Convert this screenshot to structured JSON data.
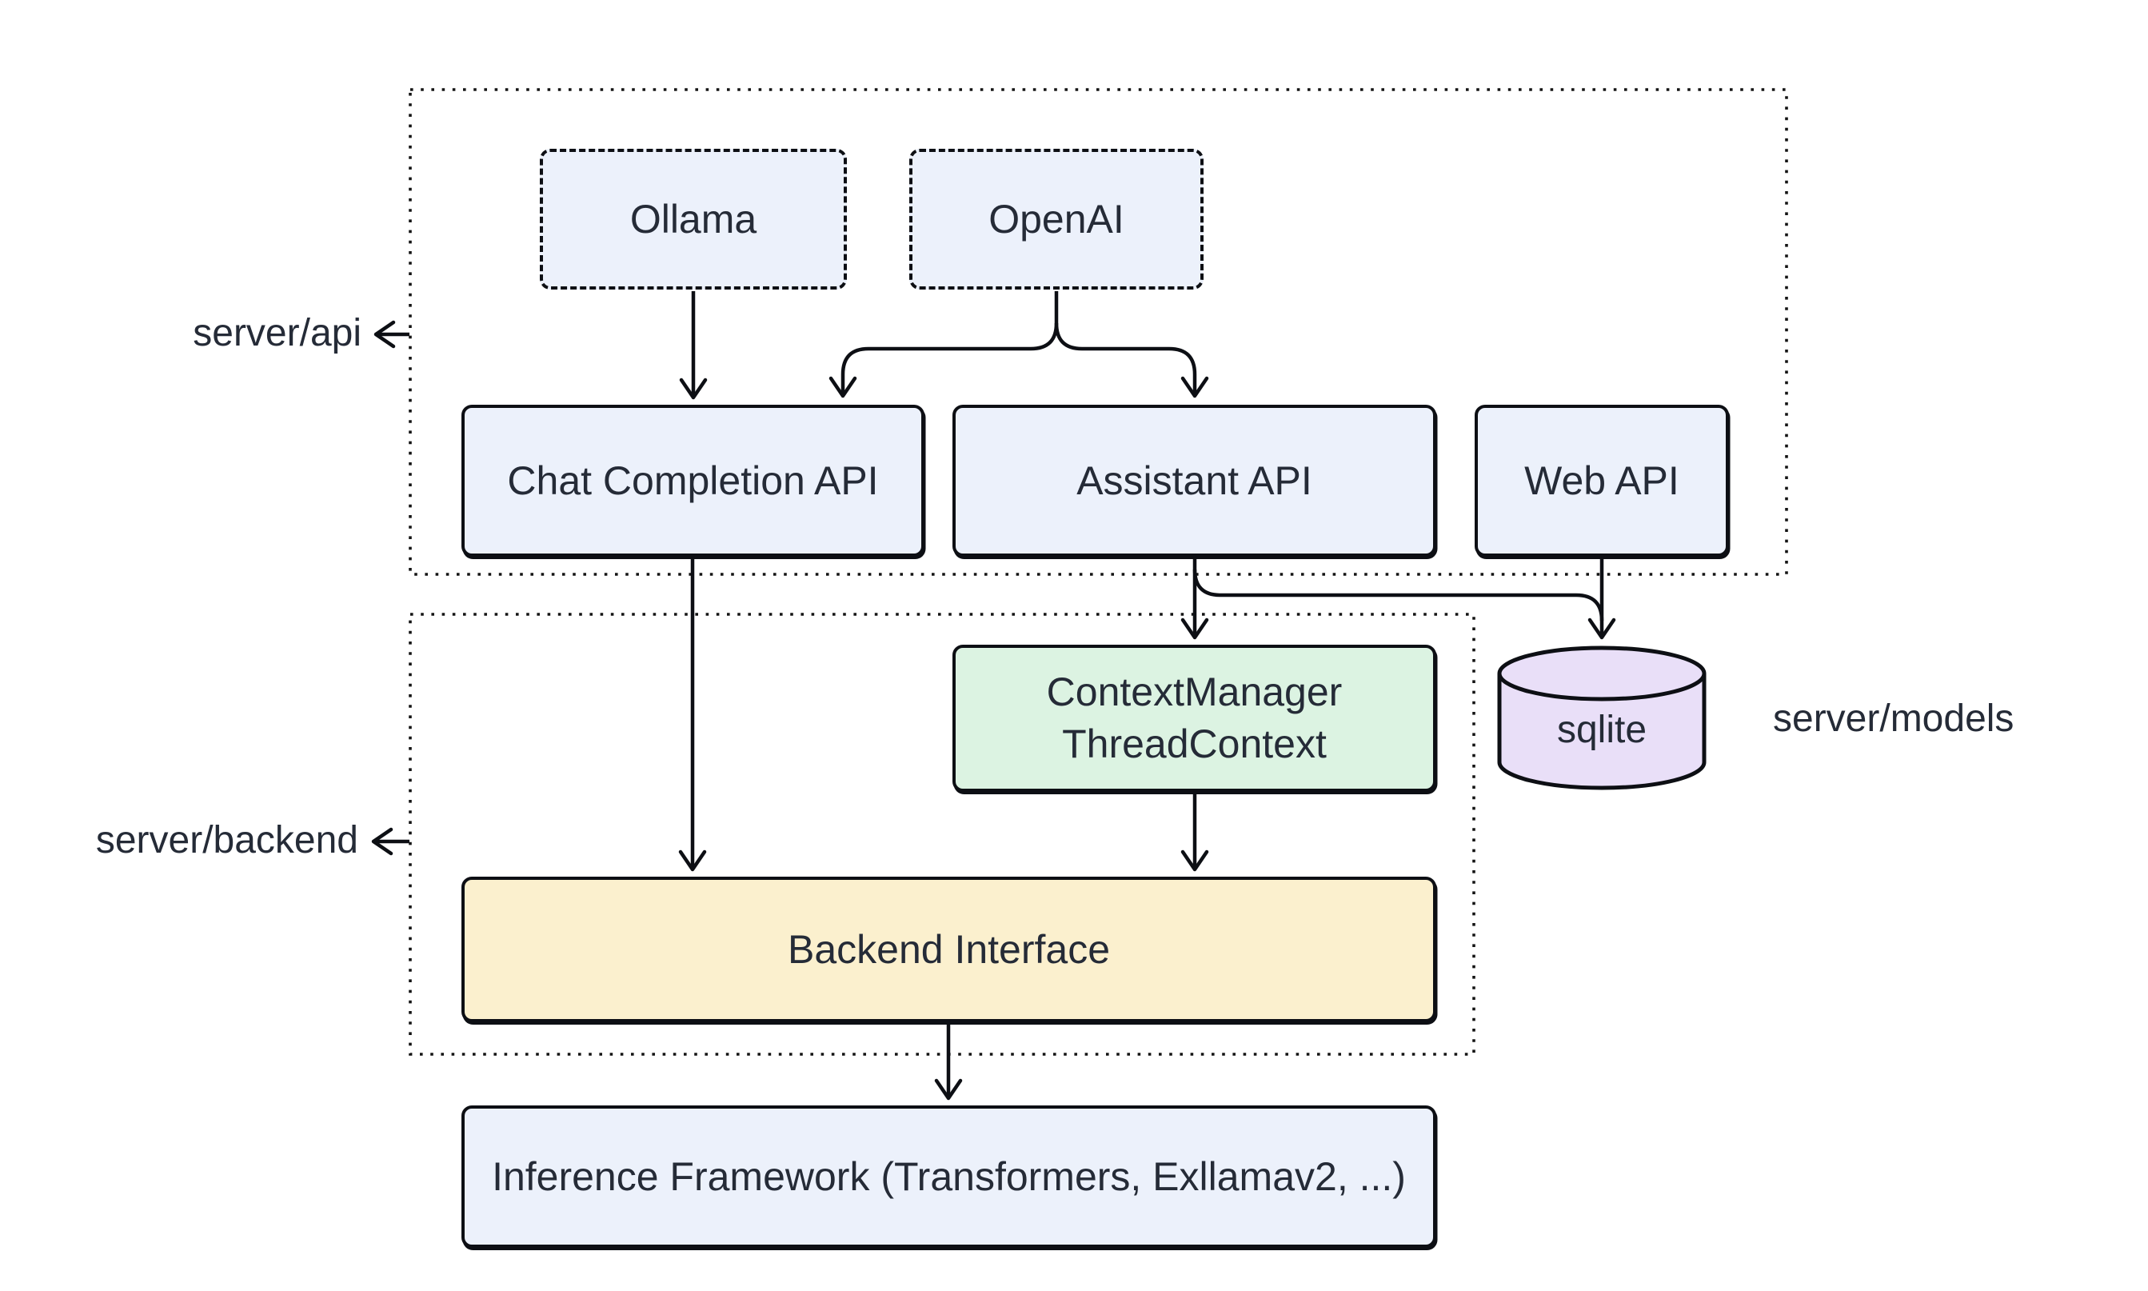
{
  "diagram": {
    "type": "architecture-flowchart",
    "background": "#ffffff",
    "groups": {
      "api": {
        "label": "server/api"
      },
      "backend": {
        "label": "server/backend"
      },
      "models": {
        "label": "server/models"
      }
    },
    "nodes": {
      "ollama": {
        "label": "Ollama",
        "style": "dashed",
        "fill": "#ECF1FB"
      },
      "openai": {
        "label": "OpenAI",
        "style": "dashed",
        "fill": "#ECF1FB"
      },
      "chat_completion_api": {
        "label": "Chat Completion API",
        "fill": "#ECF1FB"
      },
      "assistant_api": {
        "label": "Assistant API",
        "fill": "#ECF1FB"
      },
      "web_api": {
        "label": "Web API",
        "fill": "#ECF1FB"
      },
      "context_manager": {
        "line1": "ContextManager",
        "line2": "ThreadContext",
        "fill": "#DCF3E2"
      },
      "backend_interface": {
        "label": "Backend Interface",
        "fill": "#FBF0CE"
      },
      "sqlite": {
        "label": "sqlite",
        "shape": "cylinder",
        "fill": "#E9DFF8"
      },
      "inference_framework": {
        "label": "Inference Framework (Transformers, Exllamav2, ...)",
        "fill": "#ECF1FB"
      }
    },
    "edges": [
      {
        "from": "ollama",
        "to": "chat_completion_api"
      },
      {
        "from": "openai",
        "to": "chat_completion_api"
      },
      {
        "from": "openai",
        "to": "assistant_api"
      },
      {
        "from": "chat_completion_api",
        "to": "backend_interface"
      },
      {
        "from": "assistant_api",
        "to": "context_manager"
      },
      {
        "from": "assistant_api",
        "to": "sqlite"
      },
      {
        "from": "web_api",
        "to": "sqlite"
      },
      {
        "from": "context_manager",
        "to": "backend_interface"
      },
      {
        "from": "backend_interface",
        "to": "inference_framework"
      }
    ],
    "colors": {
      "node_blue": "#ECF1FB",
      "node_green": "#DCF3E2",
      "node_yellow": "#FBF0CE",
      "node_purple": "#E9DFF8",
      "stroke": "#0D0F14",
      "text": "#252B37"
    }
  }
}
